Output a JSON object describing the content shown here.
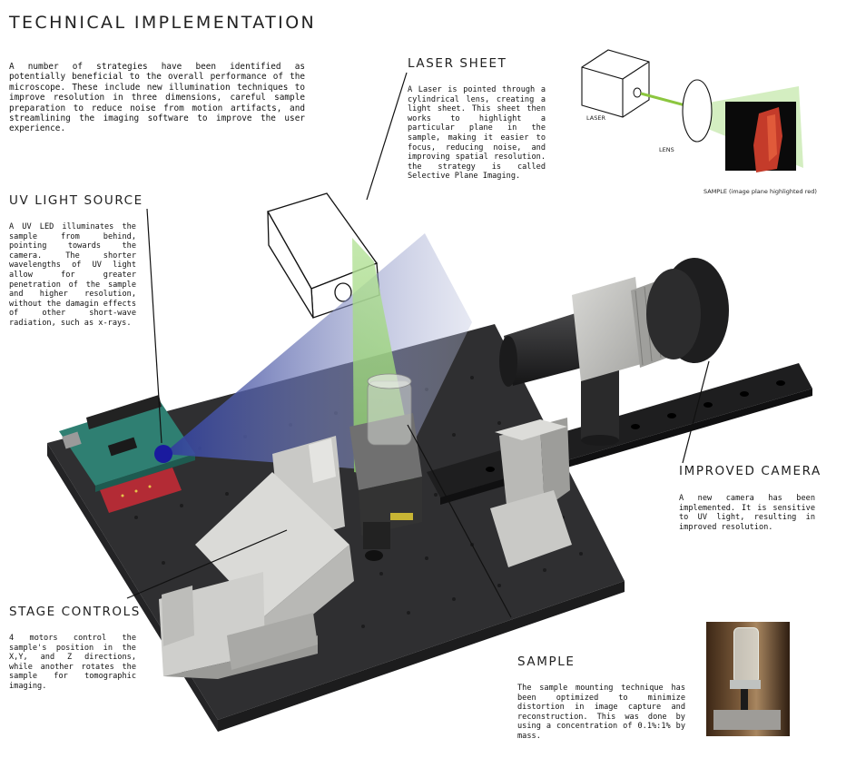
{
  "title": "TECHNICAL IMPLEMENTATION",
  "intro": "A number of strategies have been identified as potentially beneficial to the overall performance of the microscope. These include new illumination techniques to improve resolution in three dimensions, careful sample preparation to reduce noise from motion artifacts, and streamlining the imaging software to improve the user experience.",
  "sections": {
    "laser_sheet": {
      "heading": "LASER SHEET",
      "text": "A Laser is pointed through a cylindrical lens, creating a light sheet. This sheet then works to highlight a particular plane in the sample, making it easier to focus, reducing noise, and improving spatial resolution. the strategy is called Selective Plane Imaging."
    },
    "uv_light": {
      "heading": "UV LIGHT SOURCE",
      "text": "A UV LED illuminates the sample from behind, pointing towards the camera. The shorter wavelengths of UV light allow for greater penetration of the sample and higher resolution, without the damagin effects of other short-wave radiation, such as x-rays."
    },
    "improved_camera": {
      "heading": "IMPROVED CAMERA",
      "text": "A new camera has been implemented. It is sensitive to UV light, resulting in improved resolution."
    },
    "stage_controls": {
      "heading": "STAGE CONTROLS",
      "text": "4 motors control the sample's position in the X,Y, and Z directions, while another rotates the sample for tomographic imaging."
    },
    "sample": {
      "heading": "SAMPLE",
      "text": "The sample mounting technique has been optimized to minimize distortion in image capture and reconstruction. This was done by using a concentration of 0.1%:1% by mass."
    }
  },
  "inset": {
    "laser_label": "LASER",
    "lens_label": "LENS",
    "sample_label": "SAMPLE (image plane highlighted red)"
  },
  "colors": {
    "platform": "#2e2e30",
    "uv_beam": "#3a4aa0",
    "light_sheet": "#9cd27c",
    "pcb": "#2f7f72",
    "highlight_red": "#c43b2a"
  }
}
